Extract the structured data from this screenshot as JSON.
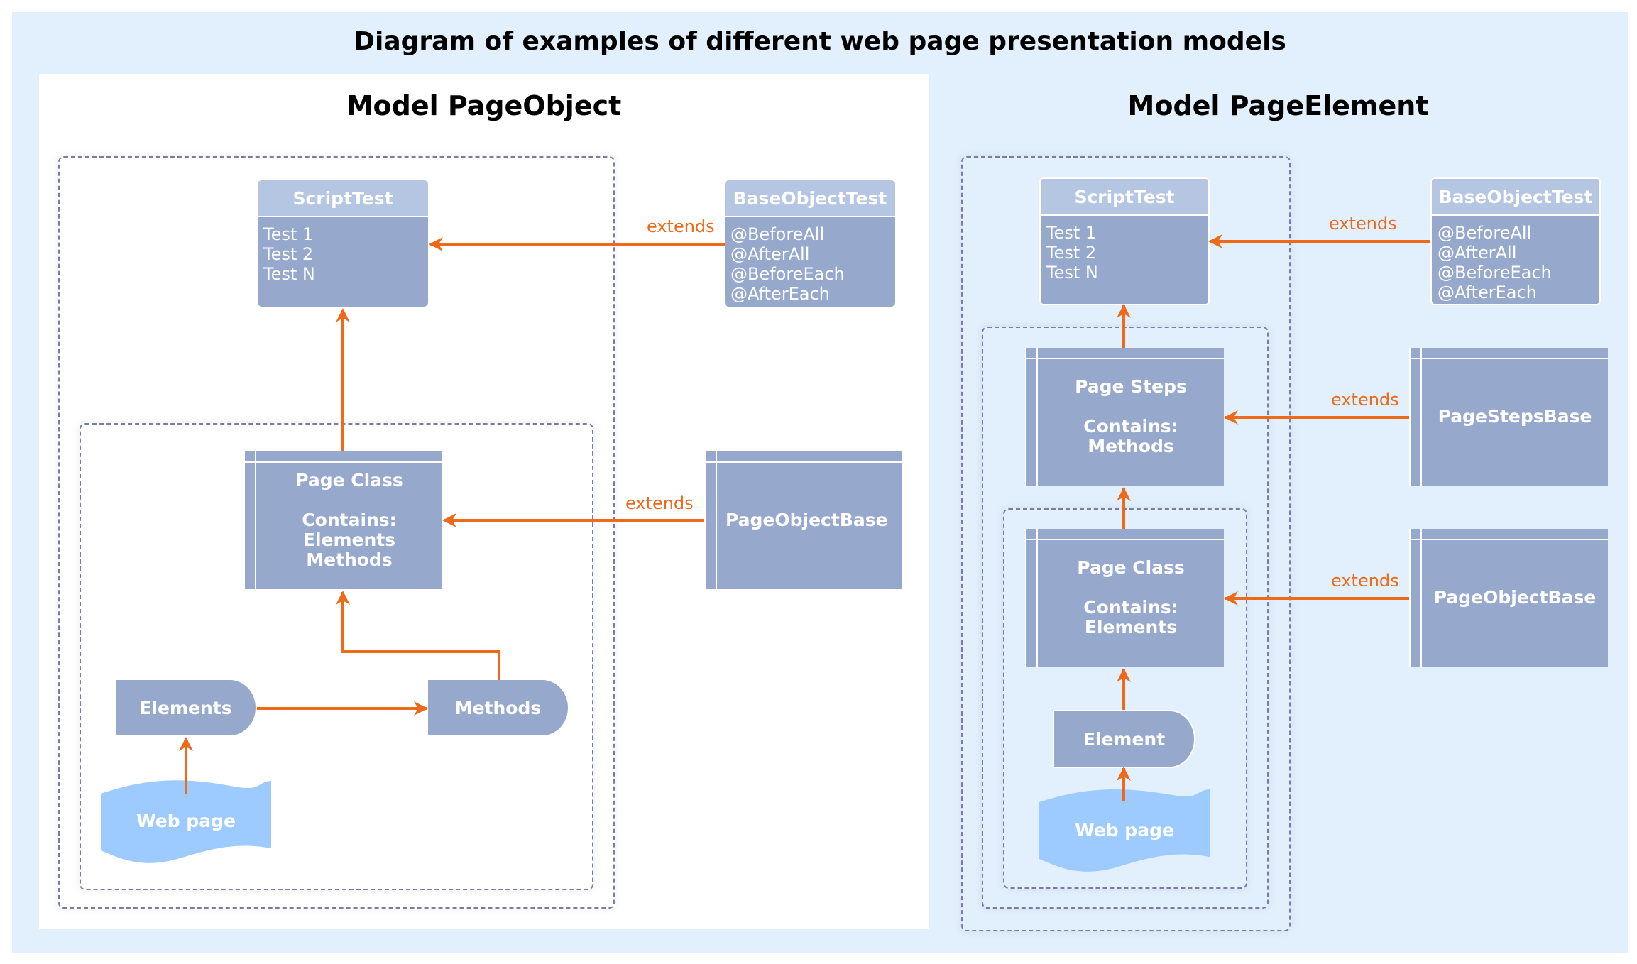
{
  "title": "Diagram of examples of different web page presentation models",
  "colors": {
    "frame_bg": "#e2effc",
    "box_fill": "#96a9cd",
    "box_header": "#b4c6e2",
    "arrow": "#ec6a1a",
    "wave": "#9ecbff",
    "dashed_border": "#7a7aa6"
  },
  "left": {
    "title": "Model PageObject",
    "script_test": {
      "header": "ScriptTest",
      "lines": [
        "Test 1",
        "Test 2",
        "Test N"
      ]
    },
    "base_object_test": {
      "header": "BaseObjectTest",
      "lines": [
        "@BeforeAll",
        "@AfterAll",
        "@BeforeEach",
        "@AfterEach"
      ]
    },
    "page_class": {
      "name": "Page Class",
      "contains": "Contains:",
      "items": [
        "Elements",
        "Methods"
      ]
    },
    "page_object_base": "PageObjectBase",
    "elements": "Elements",
    "methods": "Methods",
    "web_page": "Web page",
    "extends_1": "extends",
    "extends_2": "extends"
  },
  "right": {
    "title": "Model PageElement",
    "script_test": {
      "header": "ScriptTest",
      "lines": [
        "Test 1",
        "Test 2",
        "Test N"
      ]
    },
    "base_object_test": {
      "header": "BaseObjectTest",
      "lines": [
        "@BeforeAll",
        "@AfterAll",
        "@BeforeEach",
        "@AfterEach"
      ]
    },
    "page_steps": {
      "name": "Page Steps",
      "contains": "Contains:",
      "items": [
        "Methods"
      ]
    },
    "page_steps_base": "PageStepsBase",
    "page_class": {
      "name": "Page Class",
      "contains": "Contains:",
      "items": [
        "Elements"
      ]
    },
    "page_object_base": "PageObjectBase",
    "element": "Element",
    "web_page": "Web page",
    "extends_1": "extends",
    "extends_2": "extends",
    "extends_3": "extends"
  }
}
